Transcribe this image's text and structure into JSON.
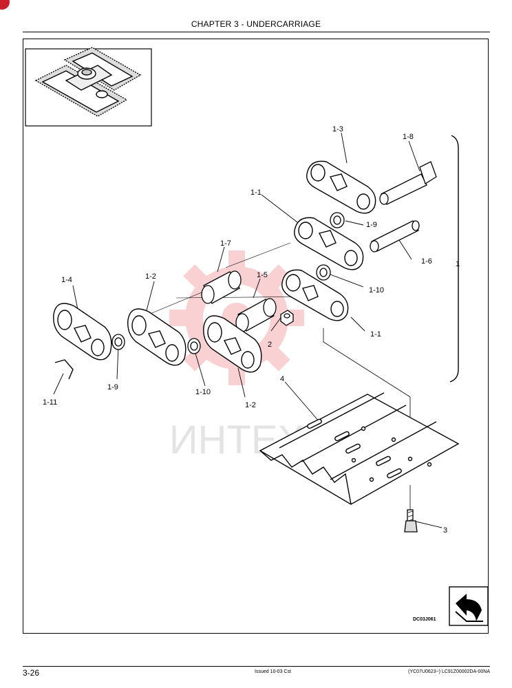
{
  "header": {
    "chapter_title": "CHAPTER 3 - UNDERCARRIAGE"
  },
  "figure": {
    "callouts": {
      "c_1_1a": "1-1",
      "c_1_1b": "1-1",
      "c_1_2a": "1-2",
      "c_1_2b": "1-2",
      "c_1_3": "1-3",
      "c_1_4": "1-4",
      "c_1_5": "1-5",
      "c_1_6": "1-6",
      "c_1_7": "1-7",
      "c_1_8": "1-8",
      "c_1_9a": "1-9",
      "c_1_9b": "1-9",
      "c_1_10a": "1-10",
      "c_1_10b": "1-10",
      "c_1_11": "1-11",
      "c_1": "1",
      "c_2": "2",
      "c_3": "3",
      "c_4": "4"
    },
    "code": "DC03J061",
    "watermark_text": "ИНТЕХ"
  },
  "footer": {
    "page_number": "3-26",
    "issued": "Issued 10-03   Cst",
    "document_ref": "(YC07U0623~)   LC91Z00002DA-00NA"
  },
  "colors": {
    "watermark": "#e8343c",
    "badge": "#cc1f2d"
  },
  "icons": {
    "nav_arrow": "curved-arrow-icon"
  }
}
